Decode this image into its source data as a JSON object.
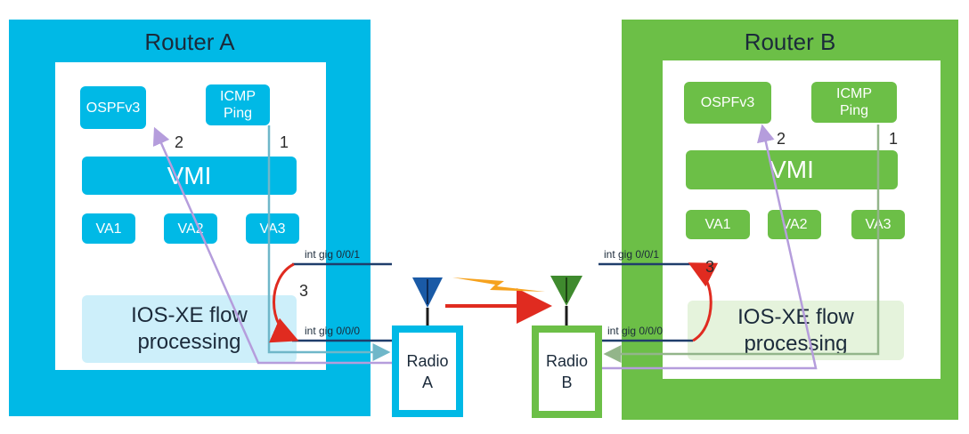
{
  "colors": {
    "router_a": "#00b9e6",
    "router_b": "#6cbf47",
    "flow_a": "#cdeffa",
    "flow_b": "#e5f3dc",
    "purple": "#b59ddc",
    "teal_a": "#6fb7c9",
    "teal_b": "#93b58a",
    "navy": "#1f3d6b",
    "red": "#e02b20",
    "bolt": "#f6a21e"
  },
  "icons": [
    "antenna-icon",
    "lightning-bolt-icon"
  ],
  "router_a": {
    "title": "Router A",
    "ospf": "OSPFv3",
    "icmp": "ICMP\nPing",
    "vmi": "VMI",
    "va1": "VA1",
    "va2": "VA2",
    "va3": "VA3",
    "flow": "IOS-XE flow\nprocessing",
    "int_top": "int gig 0/0/1",
    "int_bottom": "int gig 0/0/0",
    "step1": "1",
    "step2": "2",
    "step3": "3"
  },
  "router_b": {
    "title": "Router B",
    "ospf": "OSPFv3",
    "icmp": "ICMP\nPing",
    "vmi": "VMI",
    "va1": "VA1",
    "va2": "VA2",
    "va3": "VA3",
    "flow": "IOS-XE flow\nprocessing",
    "int_top": "int gig 0/0/1",
    "int_bottom": "int gig 0/0/0",
    "step1": "1",
    "step2": "2",
    "step3": "3"
  },
  "radio_a": {
    "label": "Radio\nA"
  },
  "radio_b": {
    "label": "Radio\nB"
  }
}
